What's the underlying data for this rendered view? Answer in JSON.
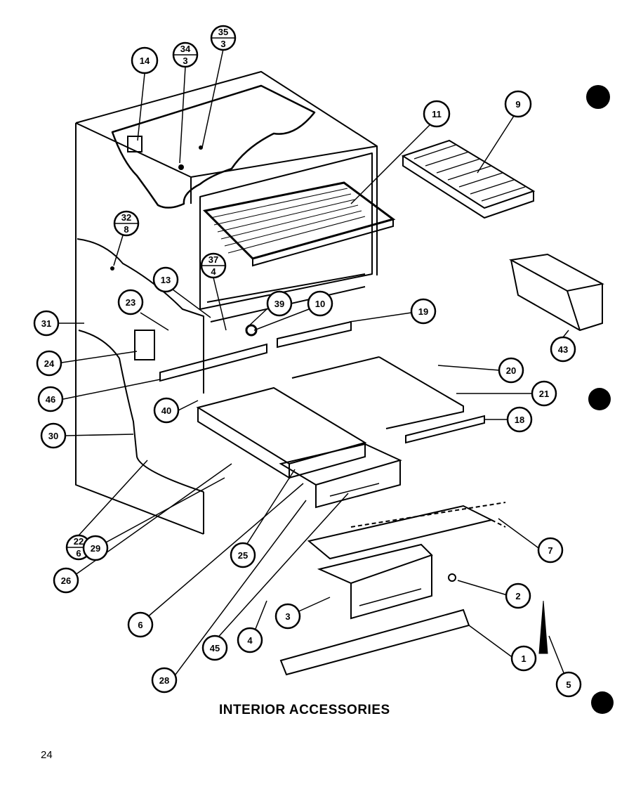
{
  "caption": "INTERIOR ACCESSORIES",
  "page_number": "24",
  "callouts": [
    {
      "id": "c14",
      "label": "14"
    },
    {
      "id": "c34",
      "label": "34",
      "sub": "3"
    },
    {
      "id": "c35",
      "label": "35",
      "sub": "3"
    },
    {
      "id": "c11",
      "label": "11"
    },
    {
      "id": "c9",
      "label": "9"
    },
    {
      "id": "c32",
      "label": "32",
      "sub": "8"
    },
    {
      "id": "c37",
      "label": "37",
      "sub": "4"
    },
    {
      "id": "c13",
      "label": "13"
    },
    {
      "id": "c23",
      "label": "23"
    },
    {
      "id": "c39",
      "label": "39"
    },
    {
      "id": "c10",
      "label": "10"
    },
    {
      "id": "c19",
      "label": "19"
    },
    {
      "id": "c31",
      "label": "31"
    },
    {
      "id": "c24",
      "label": "24"
    },
    {
      "id": "c20",
      "label": "20"
    },
    {
      "id": "c21",
      "label": "21"
    },
    {
      "id": "c46",
      "label": "46"
    },
    {
      "id": "c40",
      "label": "40"
    },
    {
      "id": "c18",
      "label": "18"
    },
    {
      "id": "c30",
      "label": "30"
    },
    {
      "id": "c43",
      "label": "43"
    },
    {
      "id": "c22",
      "label": "22",
      "sub": "6"
    },
    {
      "id": "c26",
      "label": "26"
    },
    {
      "id": "c29",
      "label": "29"
    },
    {
      "id": "c25",
      "label": "25"
    },
    {
      "id": "c7",
      "label": "7"
    },
    {
      "id": "c2",
      "label": "2"
    },
    {
      "id": "c6",
      "label": "6"
    },
    {
      "id": "c3",
      "label": "3"
    },
    {
      "id": "c45",
      "label": "45"
    },
    {
      "id": "c4",
      "label": "4"
    },
    {
      "id": "c1",
      "label": "1"
    },
    {
      "id": "c28",
      "label": "28"
    },
    {
      "id": "c5",
      "label": "5"
    }
  ]
}
